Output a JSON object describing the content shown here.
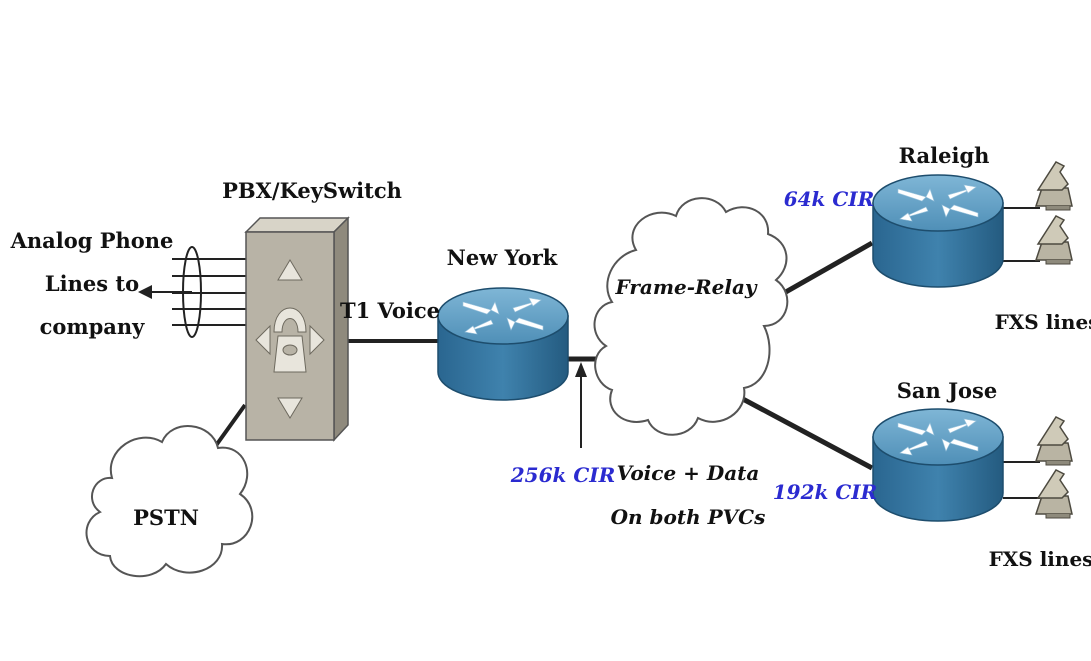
{
  "labels": {
    "analog_line1": "Analog Phone",
    "analog_line2": "Lines to",
    "analog_line3": "company",
    "pbx": "PBX/KeySwitch",
    "pstn": "PSTN",
    "t1_voice": "T1 Voice",
    "new_york": "New York",
    "frame_relay": "Frame-Relay",
    "cir_256k": "256k CIR",
    "voice_data_line1": "Voice + Data",
    "voice_data_line2": "On both PVCs",
    "raleigh": "Raleigh",
    "cir_64k": "64k CIR",
    "fxs_top": "FXS lines",
    "san_jose": "San Jose",
    "cir_192k": "192k CIR",
    "fxs_bottom": "FXS lines"
  },
  "colors": {
    "router_top": "#5e9fc4",
    "router_side": "#2f6f9b",
    "cir_label": "#2b2bd0",
    "pbx_face": "#b8b3a6",
    "line": "#222222"
  },
  "icons": [
    "router-icon",
    "pbx-icon",
    "cloud-icon",
    "telephone-icon",
    "arrow-icon"
  ]
}
